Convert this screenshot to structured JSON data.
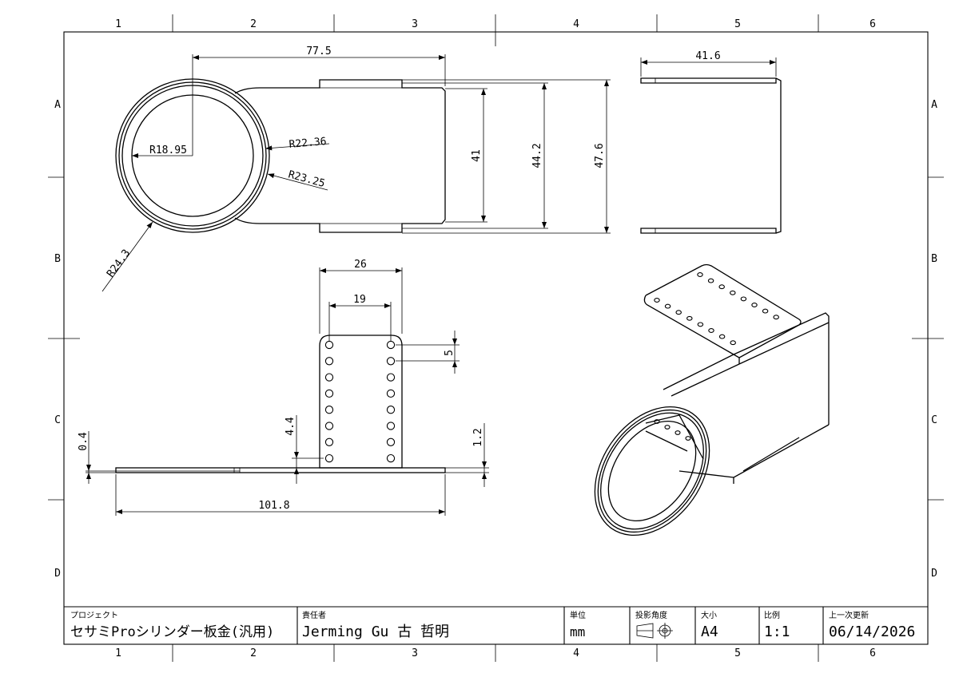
{
  "zones": {
    "columns": [
      "1",
      "2",
      "3",
      "4",
      "5",
      "6"
    ],
    "rows": [
      "A",
      "B",
      "C",
      "D"
    ]
  },
  "dimensions": {
    "top_width": "77.5",
    "inner_height": "41",
    "mid_height": "44.2",
    "outer_height": "47.6",
    "r_inner": "R18.95",
    "r_mid": "R22.36",
    "r_outer": "R23.25",
    "r_max": "R24.3",
    "side_width": "41.6",
    "tab_width": "26",
    "hole_spacing_x": "19",
    "hole_pitch": "5",
    "hole_offset": "4.4",
    "thickness": "0.4",
    "flange": "1.2",
    "total_length": "101.8"
  },
  "title_block": {
    "project_label": "プロジェクト",
    "project_value": "セサミProシリンダー板金(汎用)",
    "owner_label": "責任者",
    "owner_value": "Jerming Gu 古 哲明",
    "unit_label": "単位",
    "unit_value": "mm",
    "projection_label": "投影角度",
    "size_label": "大小",
    "size_value": "A4",
    "scale_label": "比例",
    "scale_value": "1:1",
    "updated_label": "上一次更新",
    "updated_value": "06/14/2026"
  }
}
